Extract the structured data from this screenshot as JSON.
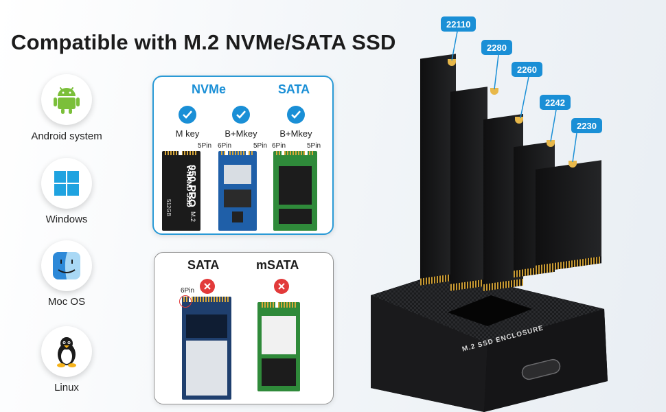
{
  "headline": "Compatible with M.2 NVMe/SATA SSD",
  "os_list": [
    {
      "label": "Android system",
      "icon": "android-icon"
    },
    {
      "label": "Windows",
      "icon": "windows-icon"
    },
    {
      "label": "Moc OS",
      "icon": "mac-finder-icon"
    },
    {
      "label": "Linux",
      "icon": "linux-tux-icon"
    }
  ],
  "supported": {
    "columns": [
      {
        "title": "NVMe",
        "key": "M key",
        "pins": [
          "5Pin"
        ]
      },
      {
        "title": "",
        "key": "B+Mkey",
        "pins": [
          "6Pin",
          "5Pin"
        ]
      },
      {
        "title": "SATA",
        "key": "B+Mkey",
        "pins": [
          "6Pin",
          "5Pin"
        ]
      }
    ],
    "ssd_label": {
      "line1": "V-NAND SSD",
      "line2": "950 PRO",
      "suffix": "M.2",
      "capacity": "512GB"
    }
  },
  "unsupported": {
    "items": [
      {
        "title": "SATA",
        "pin": "6Pin"
      },
      {
        "title": "mSATA"
      }
    ]
  },
  "sizes": [
    "22110",
    "2280",
    "2260",
    "2242",
    "2230"
  ],
  "enclosure_text": "M.2 SSD ENCLOSURE",
  "colors": {
    "accent": "#1a8fd6",
    "reject": "#e23a3a",
    "pcb_green": "#2f8a3a"
  }
}
